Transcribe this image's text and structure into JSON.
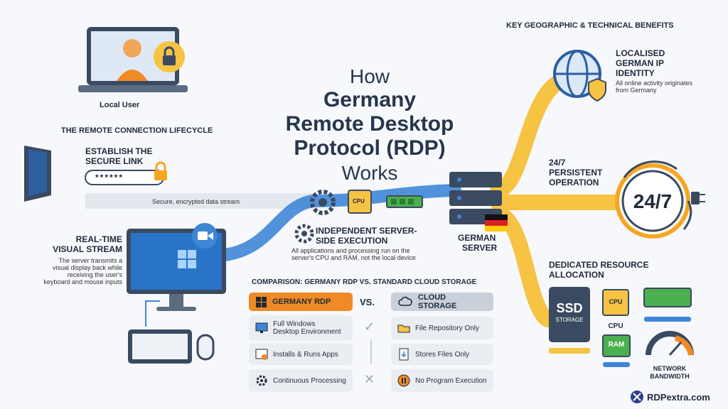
{
  "title": {
    "line1": "How",
    "line2": "Germany",
    "line3": "Remote Desktop",
    "line4": "Protocol (RDP)",
    "line5": "Works"
  },
  "local_user": {
    "label": "Local User"
  },
  "lifecycle": {
    "heading": "THE REMOTE CONNECTION LIFECYCLE",
    "establish_line1": "ESTABLISH THE",
    "establish_line2": "SECURE LINK",
    "password_mask": "******",
    "stream_label": "Secure, encrypted data stream",
    "visual_heading_line1": "REAL-TIME",
    "visual_heading_line2": "VISUAL STREAM",
    "visual_desc_line1": "The server transmits a",
    "visual_desc_line2": "visual display back while",
    "visual_desc_line3": "receiving the user's",
    "visual_desc_line4": "keyboard and mouse inputs"
  },
  "server_exec": {
    "heading_line1": "INDEPENDENT SERVER-",
    "heading_line2": "SIDE EXECUTION",
    "desc_line1": "All applications and processing run on the",
    "desc_line2": "server's CPU and RAM, not the local device",
    "cpu_label": "CPU"
  },
  "german_server": {
    "line1": "GERMAN",
    "line2": "SERVER"
  },
  "benefits": {
    "heading": "KEY GEOGRAPHIC & TECHNICAL BENEFITS",
    "ip_line1": "LOCALISED",
    "ip_line2": "GERMAN IP",
    "ip_line3": "IDENTITY",
    "ip_desc_line1": "All online activity originates",
    "ip_desc_line2": "from Germany",
    "persist_line1": "24/7",
    "persist_line2": "PERSISTENT",
    "persist_line3": "OPERATION",
    "clock_label": "24/7",
    "resource_line1": "DEDICATED RESOURCE",
    "resource_line2": "ALLOCATION",
    "ssd_label": "SSD",
    "storage_label": "STORAGE",
    "cpu_chip": "CPU",
    "cpu_label": "CPU",
    "ram_chip": "RAM",
    "network_line1": "NETWORK",
    "network_line2": "BANDWIDTH"
  },
  "comparison": {
    "heading": "COMPARISON: GERMANY RDP VS. STANDARD CLOUD STORAGE",
    "rdp_head": "GERMANY RDP",
    "vs": "VS.",
    "cloud_head": "CLOUD STORAGE",
    "rdp_items": [
      {
        "line1": "Full Windows",
        "line2": "Desktop Environment"
      },
      {
        "line1": "Installs & Runs Apps",
        "line2": ""
      },
      {
        "line1": "Continuous Processing",
        "line2": ""
      }
    ],
    "cloud_items": [
      "File Repository Only",
      "Stores Files Only",
      "No Program Execution"
    ]
  },
  "brand": {
    "name": "RDPextra.com"
  },
  "colors": {
    "blue_stream": "#3f86d6",
    "yellow_stream": "#f6c343",
    "orange_accent": "#f08a24",
    "navy_text": "#26364d"
  }
}
